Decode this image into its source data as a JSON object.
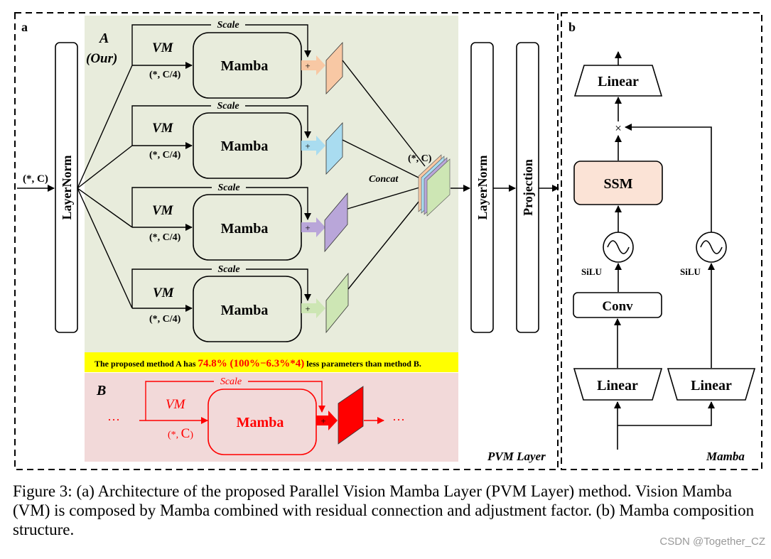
{
  "panel_a": {
    "label": "a",
    "footer": "PVM Layer",
    "input_shape": "(*, C)",
    "layernorm_left": "LayerNorm",
    "layernorm_right": "LayerNorm",
    "projection": "Projection",
    "concat_label": "Concat",
    "concat_shape": "(*, C)",
    "method_a": {
      "title": "A",
      "subtitle": "(Our)"
    },
    "branches": [
      {
        "vm": "VM",
        "shape": "(*, C/4)",
        "block": "Mamba",
        "scale": "Scale",
        "plus": "+",
        "color": "#f8c8a4"
      },
      {
        "vm": "VM",
        "shape": "(*, C/4)",
        "block": "Mamba",
        "scale": "Scale",
        "plus": "+",
        "color": "#a9dcf0"
      },
      {
        "vm": "VM",
        "shape": "(*, C/4)",
        "block": "Mamba",
        "scale": "Scale",
        "plus": "+",
        "color": "#b9a6d9"
      },
      {
        "vm": "VM",
        "shape": "(*, C/4)",
        "block": "Mamba",
        "scale": "Scale",
        "plus": "+",
        "color": "#cde6b4"
      }
    ],
    "banner": {
      "prefix": "The proposed method A has ",
      "highlight": "74.8% (100%−6.3%*4)",
      "suffix": " less parameters than method B."
    },
    "method_b": {
      "title": "B",
      "vm": "VM",
      "shape_prefix": "(*, ",
      "shape_c": "C",
      "shape_suffix": ")",
      "block": "Mamba",
      "scale": "Scale",
      "plus": "+",
      "ellipsis_in": "···",
      "ellipsis_out": "···"
    }
  },
  "panel_b": {
    "label": "b",
    "footer": "Mamba",
    "linear_top": "Linear",
    "ssm": "SSM",
    "multiply": "×",
    "silu_left": "SiLU",
    "silu_right": "SiLU",
    "conv": "Conv",
    "linear_bottom_left": "Linear",
    "linear_bottom_right": "Linear"
  },
  "caption": "Figure 3: (a) Architecture of the proposed Parallel Vision Mamba Layer (PVM Layer) method. Vision Mamba (VM) is composed by Mamba combined with residual connection and adjustment factor. (b) Mamba composition structure.",
  "watermark": "CSDN @Together_CZ",
  "colors": {
    "panel_a_bg": "#e8ecdc",
    "banner_bg": "#ffff00",
    "banner_highlight": "#ff0000",
    "method_b_bg": "#f2d9d9",
    "method_b_line": "#ff0000",
    "ssm_fill": "#fbe3d6"
  }
}
